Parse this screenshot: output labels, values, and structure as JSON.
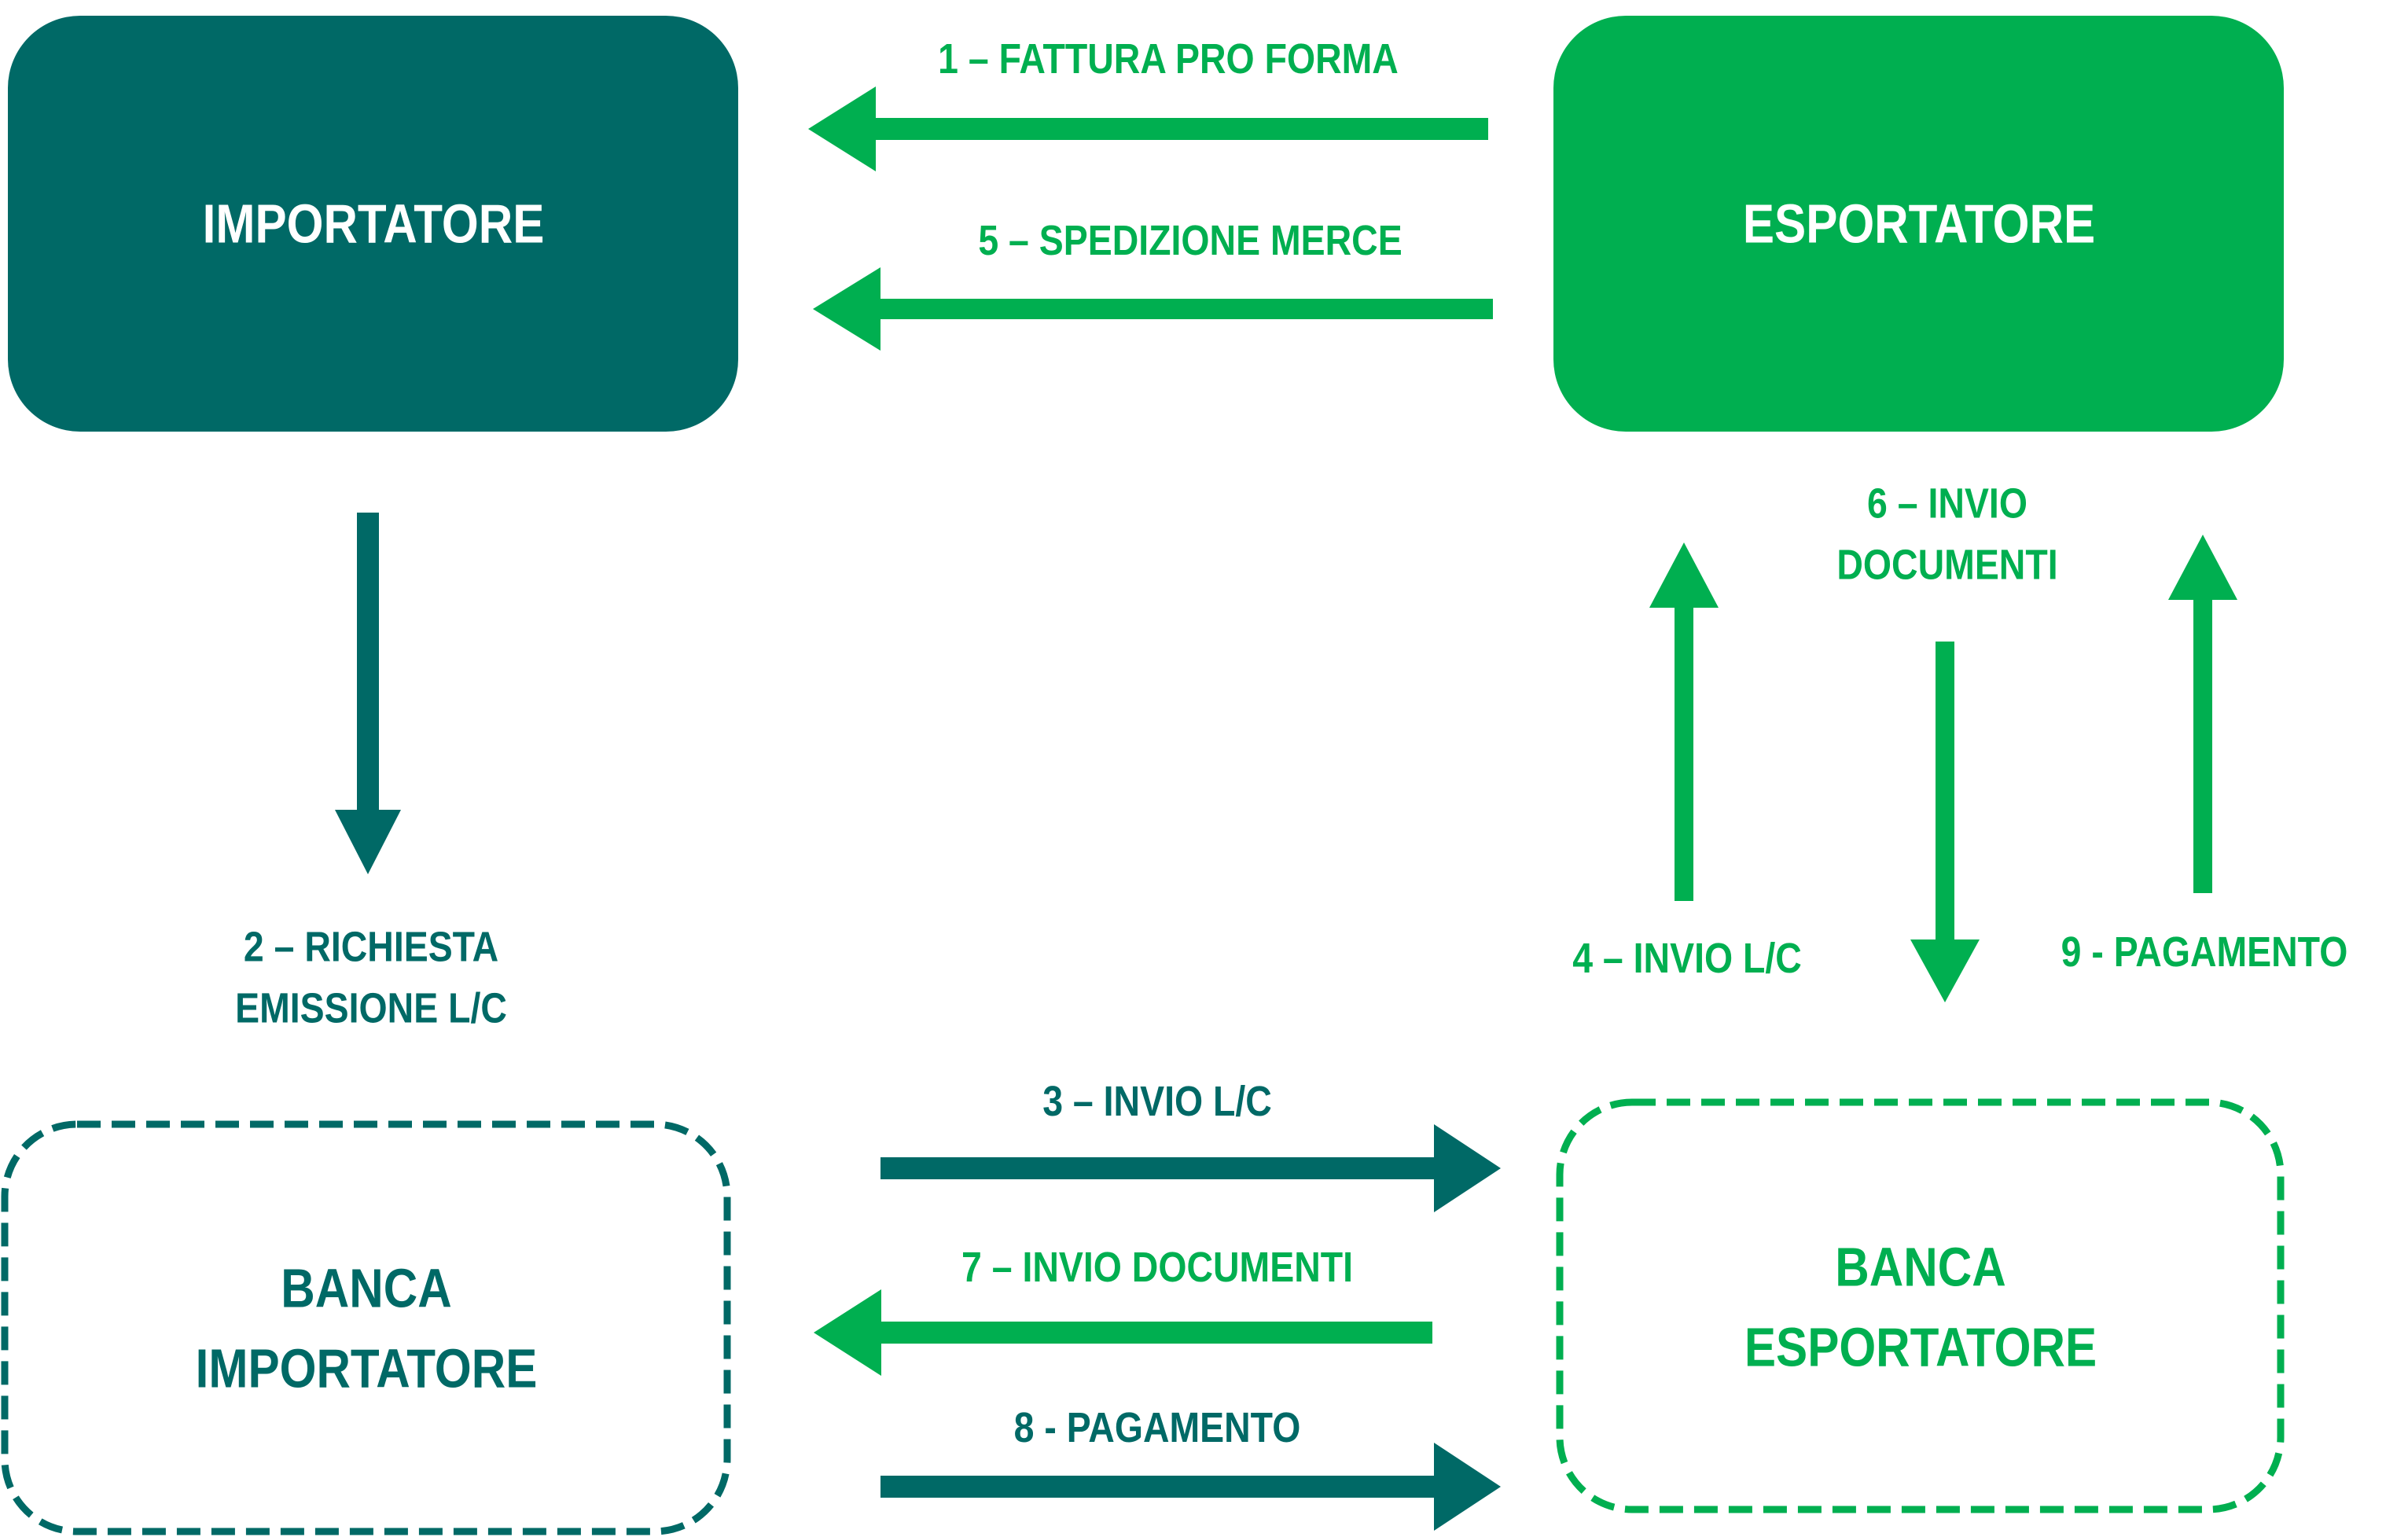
{
  "colors": {
    "importer": "#006966",
    "exporter": "#00AF50",
    "box_text": "#FFFFFF",
    "background": "#FFFFFF"
  },
  "nodes": {
    "importatore": {
      "label": "IMPORTATORE",
      "style": "filled",
      "color_key": "importer"
    },
    "esportatore": {
      "label": "ESPORTATORE",
      "style": "filled",
      "color_key": "exporter"
    },
    "banca_importatore": {
      "line1": "BANCA",
      "line2": "IMPORTATORE",
      "style": "dashed",
      "color_key": "importer"
    },
    "banca_esportatore": {
      "line1": "BANCA",
      "line2": "ESPORTATORE",
      "style": "dashed",
      "color_key": "exporter"
    }
  },
  "steps": [
    {
      "id": "1",
      "label": "1 – FATTURA PRO FORMA",
      "from": "esportatore",
      "to": "importatore",
      "color_key": "exporter"
    },
    {
      "id": "2",
      "line1": "2 – RICHIESTA",
      "line2": "EMISSIONE L/C",
      "from": "importatore",
      "to": "banca_importatore",
      "color_key": "importer"
    },
    {
      "id": "3",
      "label": "3 – INVIO L/C",
      "from": "banca_importatore",
      "to": "banca_esportatore",
      "color_key": "importer"
    },
    {
      "id": "4",
      "label": "4 – INVIO L/C",
      "from": "banca_esportatore",
      "to": "esportatore",
      "color_key": "exporter"
    },
    {
      "id": "5",
      "label": "5 – SPEDIZIONE MERCE",
      "from": "esportatore",
      "to": "importatore",
      "color_key": "exporter"
    },
    {
      "id": "6",
      "line1": "6 – INVIO",
      "line2": "DOCUMENTI",
      "from": "esportatore",
      "to": "banca_esportatore",
      "color_key": "exporter"
    },
    {
      "id": "7",
      "label": "7 – INVIO DOCUMENTI",
      "from": "banca_esportatore",
      "to": "banca_importatore",
      "color_key": "exporter"
    },
    {
      "id": "8",
      "label": "8 - PAGAMENTO",
      "from": "banca_importatore",
      "to": "banca_esportatore",
      "color_key": "importer"
    },
    {
      "id": "9",
      "label": "9 - PAGAMENTO",
      "from": "banca_esportatore",
      "to": "esportatore",
      "color_key": "exporter"
    }
  ]
}
